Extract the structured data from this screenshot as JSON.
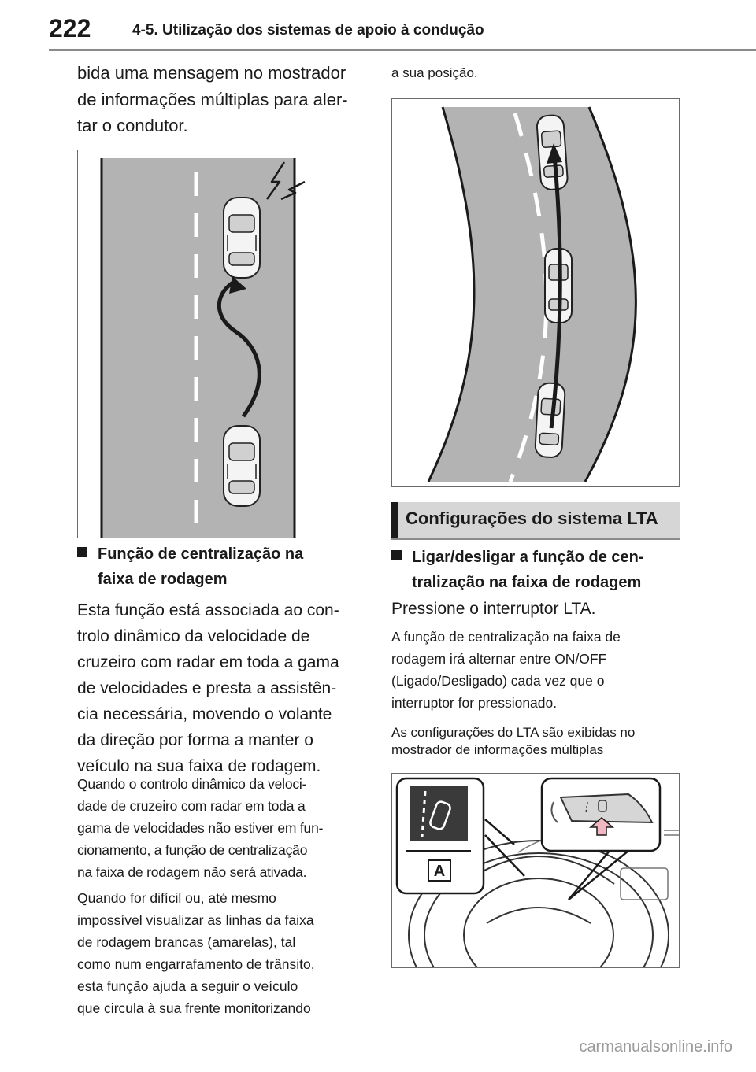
{
  "header": {
    "page_number": "222",
    "title": "4-5. Utilização dos sistemas de apoio à condução"
  },
  "left_column": {
    "intro_lines": [
      "bida uma mensagem no mostrador",
      "de informações múltiplas para aler-",
      "tar o condutor."
    ],
    "subheading_lines": [
      "Função de centralização na",
      "faixa de rodagem"
    ],
    "body_lines": [
      "Esta função está associada ao con-",
      "trolo dinâmico da velocidade de",
      "cruzeiro com radar em toda a gama",
      "de velocidades e presta a assistên-",
      "cia necessária, movendo o volante",
      "da direção por forma a manter o",
      "veículo na sua faixa de rodagem."
    ],
    "note1_lines": [
      "Quando o controlo dinâmico da veloci-",
      "dade de cruzeiro com radar em toda a",
      "gama de velocidades não estiver em fun-",
      "cionamento, a função de centralização",
      "na faixa de rodagem não será ativada."
    ],
    "note2_lines": [
      "Quando for difícil ou, até mesmo",
      "impossível visualizar as linhas da faixa",
      "de rodagem brancas (amarelas), tal",
      "como num engarrafamento de trânsito,",
      "esta função ajuda a seguir o veículo",
      "que circula à sua frente monitorizando"
    ]
  },
  "right_column": {
    "intro": "a sua posição.",
    "section_title": "Configurações do sistema LTA",
    "subheading_lines": [
      "Ligar/desligar a função de cen-",
      "tralização na faixa de rodagem"
    ],
    "instruction": "Pressione o interruptor LTA.",
    "note1_lines": [
      "A função de centralização na faixa de",
      "rodagem irá alternar entre ON/OFF",
      "(Ligado/Desligado) cada vez que o",
      "interruptor for pressionado."
    ],
    "note2_lines": [
      "As configurações do LTA são exibidas no",
      "mostrador de informações múltiplas"
    ],
    "callout_label": "A"
  },
  "watermark": "carmanualsonline.info",
  "colors": {
    "road": "#b3b3b3",
    "text": "#1a1a1a",
    "banner": "#d6d6d6",
    "callout_arrow": "#f2b8c2"
  }
}
